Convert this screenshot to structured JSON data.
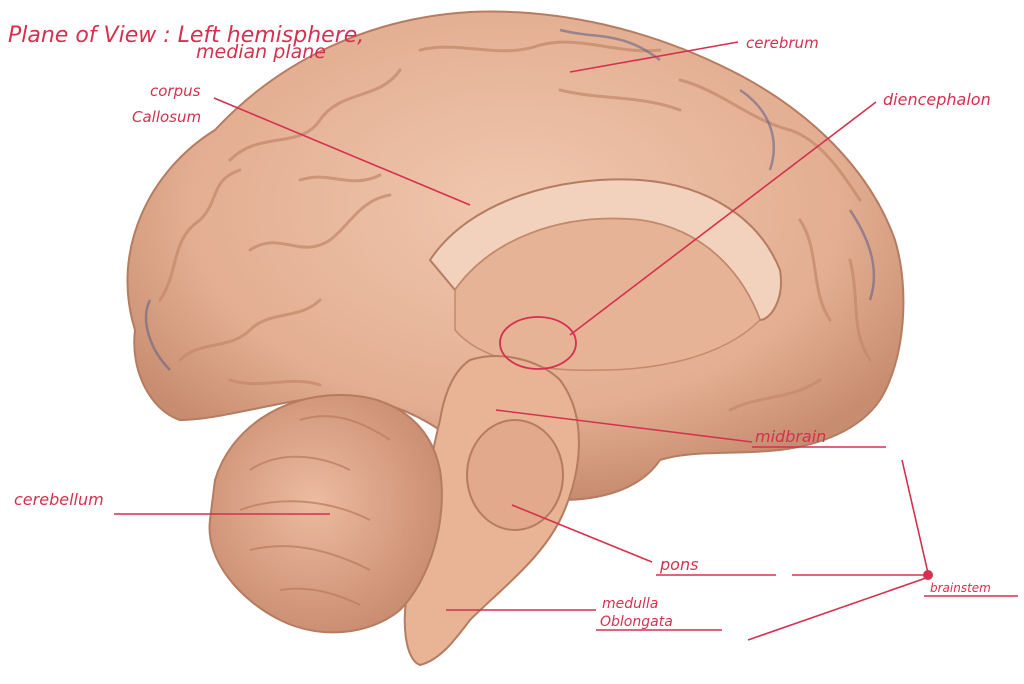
{
  "title": {
    "line1": "Plane of View : Left hemisphere,",
    "line2": "median plane"
  },
  "labels": {
    "cerebrum": "cerebrum",
    "corpus_callosum_1": "corpus",
    "corpus_callosum_2": "Callosum",
    "diencephalon": "diencephalon",
    "midbrain": "midbrain",
    "cerebellum": "cerebellum",
    "pons": "pons",
    "medulla_1": "medulla",
    "medulla_2": "Oblongata",
    "brainstem": "brainstem"
  },
  "colors": {
    "annotation": "#d6304f",
    "tissue": "#e8b79b",
    "tissue_dark": "#c98f74",
    "vessel": "#5b5f86"
  }
}
